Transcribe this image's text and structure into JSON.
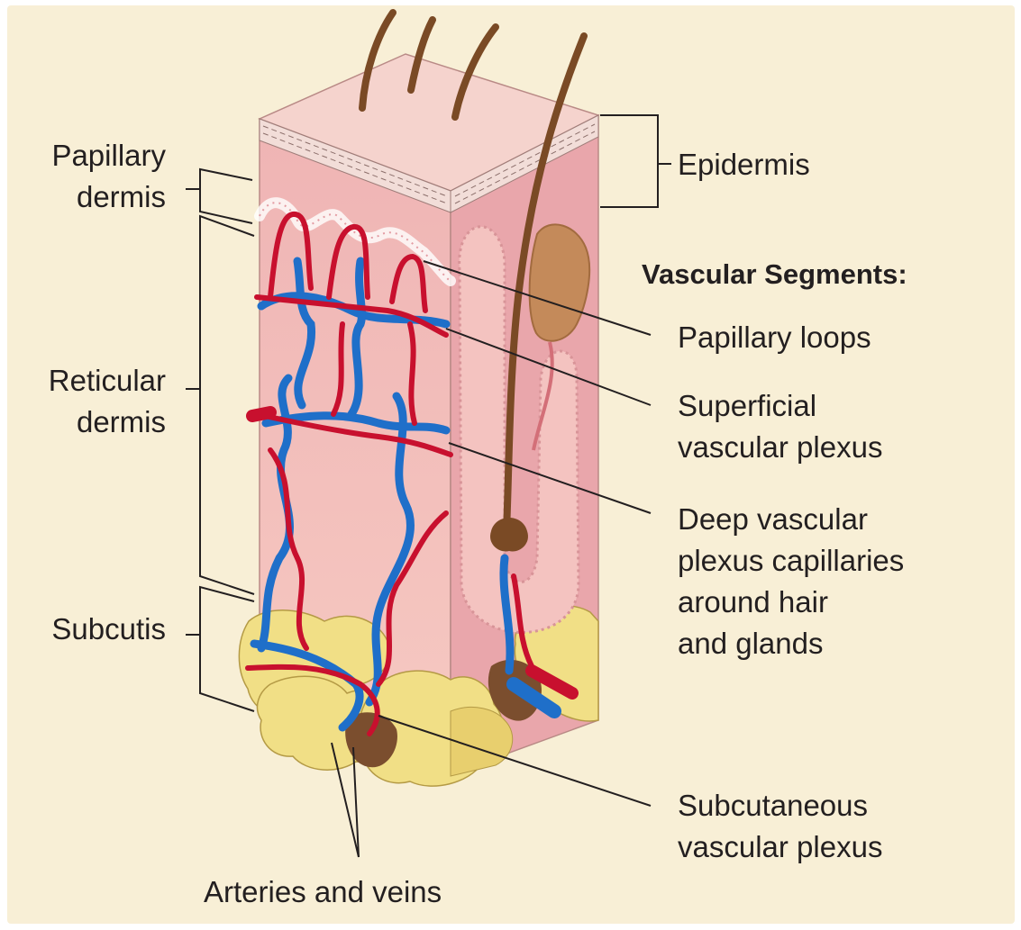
{
  "layer_labels": {
    "papillary_dermis": "Papillary\ndermis",
    "reticular_dermis": "Reticular\ndermis",
    "subcutis": "Subcutis",
    "epidermis": "Epidermis"
  },
  "vascular": {
    "title": "Vascular Segments:",
    "papillary_loops": "Papillary loops",
    "superficial_plexus": "Superficial\nvascular plexus",
    "deep_plexus": "Deep vascular\nplexus capillaries\naround hair\nand glands",
    "subcutaneous_plexus": "Subcutaneous\nvascular plexus"
  },
  "bottom_label": "Arteries and veins",
  "colors": {
    "background": "#f8efd6",
    "artery": "#c8102e",
    "vein": "#1f6fc9",
    "dermis": "#f1b8b6",
    "epidermis": "#f5cfc9",
    "fat": "#f0df86",
    "hair": "#7a4a25",
    "text": "#231f20"
  }
}
